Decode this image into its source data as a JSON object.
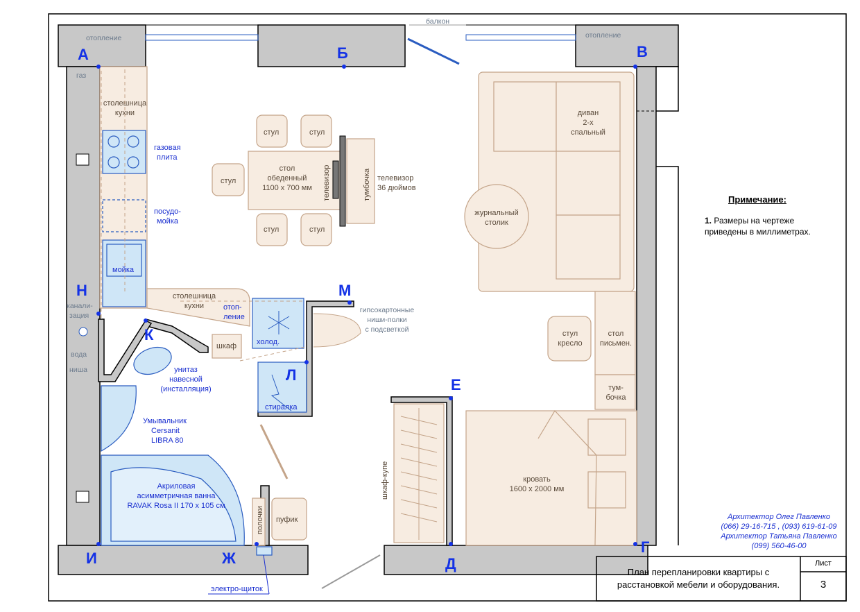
{
  "points": {
    "A": "А",
    "B": "Б",
    "V": "В",
    "G": "Г",
    "D": "Д",
    "E": "Е",
    "ZH": "Ж",
    "I": "И",
    "K": "К",
    "L": "Л",
    "M": "М",
    "N": "Н"
  },
  "labels": {
    "balcony": "балкон",
    "heating_left": "отопление",
    "heating_right": "отопление",
    "gas": "газ",
    "countertop_top": [
      "столешница",
      "кухни"
    ],
    "gas_stove": [
      "газовая",
      "плита"
    ],
    "dishwasher": [
      "посудо-",
      "мойка"
    ],
    "sink": "мойка",
    "countertop_bottom": [
      "столешница",
      "кухни"
    ],
    "heating_mid": [
      "отоп-",
      "ление"
    ],
    "fridge": "холод.",
    "drywall_niche": [
      "гипсокартонные",
      "ниши-полки",
      "с подсветкой"
    ],
    "sewer": [
      "канали-",
      "зация"
    ],
    "water": "вода",
    "niche": "ниша",
    "wardrobe_small": "шкаф",
    "toilet": [
      "унитаз",
      "навесной",
      "(инсталляция)"
    ],
    "washer": "стиралка",
    "washbasin": [
      "Умывальник",
      "Cersanit",
      "LIBRA 80"
    ],
    "bath": [
      "Акриловая",
      "асимметричная  ванна",
      "RAVAK Rosa II 170 x 105 см"
    ],
    "shelves": "полочки",
    "pouf": "пуфик",
    "electric_panel": "электро-щиток",
    "chair": "стул",
    "table": [
      "стол",
      "обеденный",
      "1100 x 700 мм"
    ],
    "tv_small": "телевизор",
    "tv_stand": "тумбочка",
    "tv": [
      "телевизор",
      "36 дюймов"
    ],
    "sofa": [
      "диван",
      "2-х",
      "спальный"
    ],
    "coffee_table": [
      "журнальный",
      "столик"
    ],
    "armchair": [
      "стул",
      "кресло"
    ],
    "desk": [
      "стол",
      "письмен."
    ],
    "nightstand": [
      "тум-",
      "бочка"
    ],
    "wardrobe_coupe": "шкаф-купе",
    "bed": [
      "кровать",
      "1600 x 2000 мм"
    ]
  },
  "note": {
    "title": "Примечание:",
    "num": "1.",
    "text_line1": " Размеры на чертеже",
    "text_line2": "приведены в миллиметрах."
  },
  "authors": [
    "Архитектор Олег Павленко",
    "(066) 29-16-715 , (093) 619-61-09",
    "Архитектор Татьяна Павленко",
    "(099) 560-46-00"
  ],
  "titleblock": {
    "title_line1": "План перепланировки квартиры с",
    "title_line2": "расстановкой мебели и оборудования.",
    "sheet_label": "Лист",
    "sheet_number": "3"
  },
  "colors": {
    "wall": "#c8c8c8",
    "furniture_fill": "#f7ece1",
    "furniture_stroke": "#c4a489",
    "plumbing_fill": "#cfe6f7",
    "plumbing_stroke": "#2a5cc0",
    "label_blue": "#1a2fd0",
    "point_blue": "#1432e6",
    "gray_label": "#6b7a8c"
  }
}
